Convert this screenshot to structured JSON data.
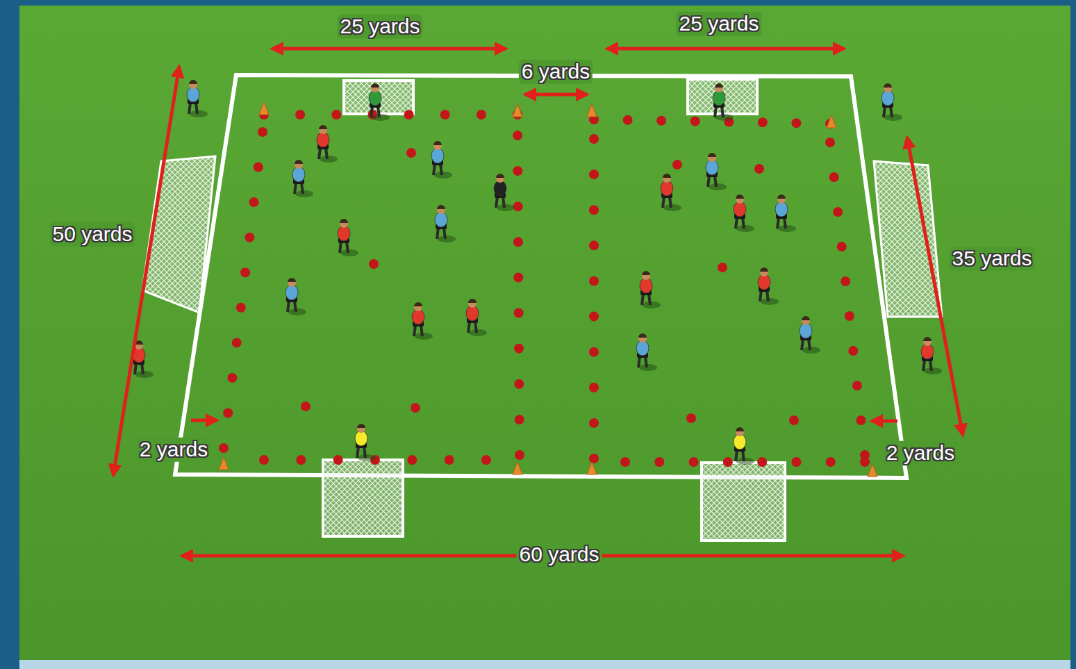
{
  "diagram": {
    "labels": [
      "25 yards",
      "25 yards",
      "6 yards",
      "50 yards",
      "35 yards",
      "2 yards",
      "2 yards",
      "60 yards"
    ]
  }
}
